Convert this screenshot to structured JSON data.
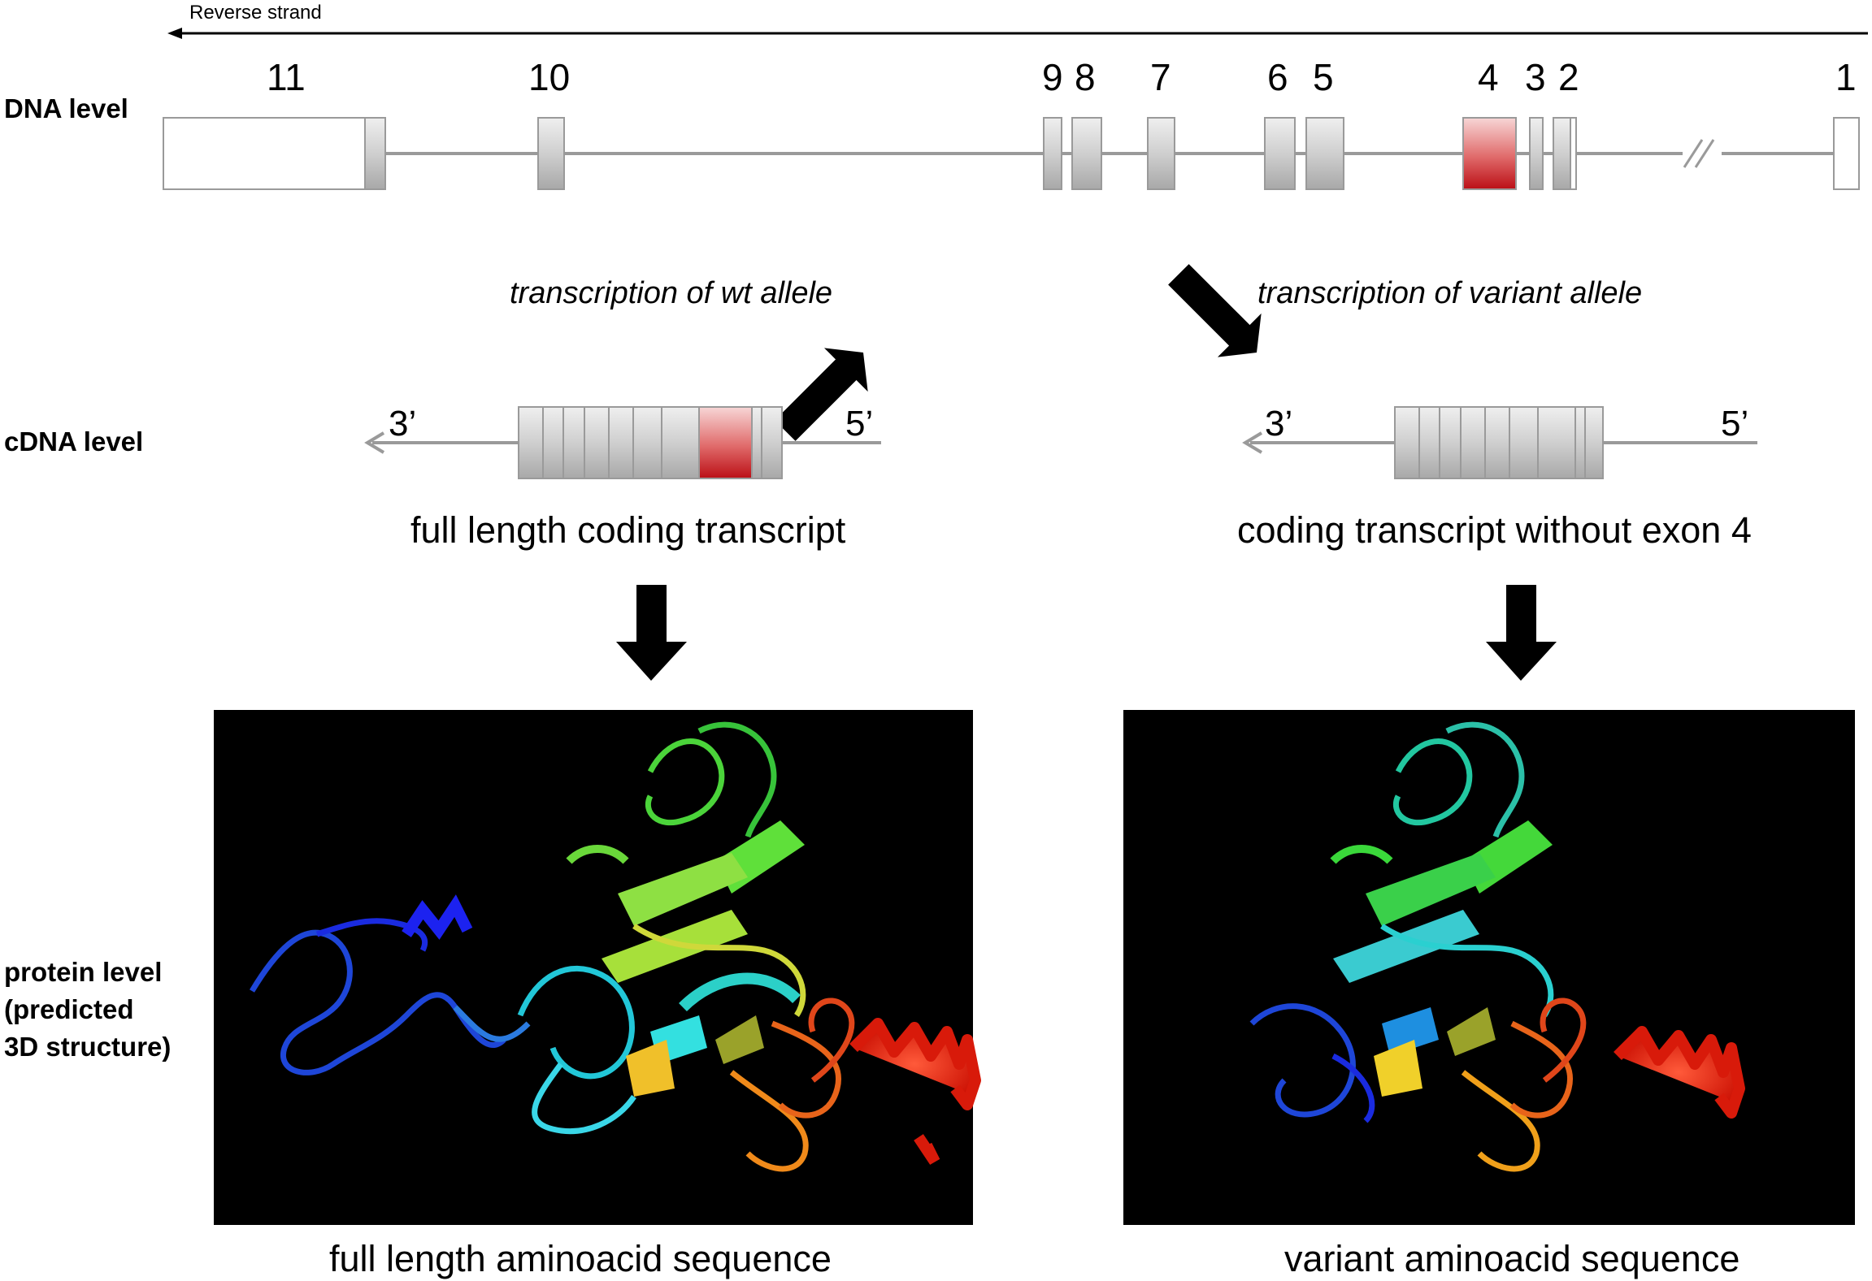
{
  "header": {
    "strand_label": "Reverse strand"
  },
  "levels": {
    "dna": "DNA level",
    "cdna": "cDNA level",
    "protein_lines": [
      "protein level",
      "(predicted",
      "3D structure)"
    ]
  },
  "exons": {
    "e11": "11",
    "e10": "10",
    "e9": "9",
    "e8": "8",
    "e7": "7",
    "e6": "6",
    "e5": "5",
    "e4": "4",
    "e3": "3",
    "e2": "2",
    "e1": "1"
  },
  "arrows": {
    "wt": "transcription of wt allele",
    "variant": "transcription of variant allele"
  },
  "cdna": {
    "left": {
      "three_prime": "3’",
      "five_prime": "5’",
      "caption": "full length coding transcript"
    },
    "right": {
      "three_prime": "3’",
      "five_prime": "5’",
      "caption": "coding transcript without exon 4"
    }
  },
  "protein": {
    "left_caption": "full length aminoacid sequence",
    "right_caption": "variant aminoacid sequence"
  },
  "colors": {
    "exon_gray": "#c8c8c8",
    "highlight_exon": "#c0141c",
    "panel_bg": "#000000"
  }
}
